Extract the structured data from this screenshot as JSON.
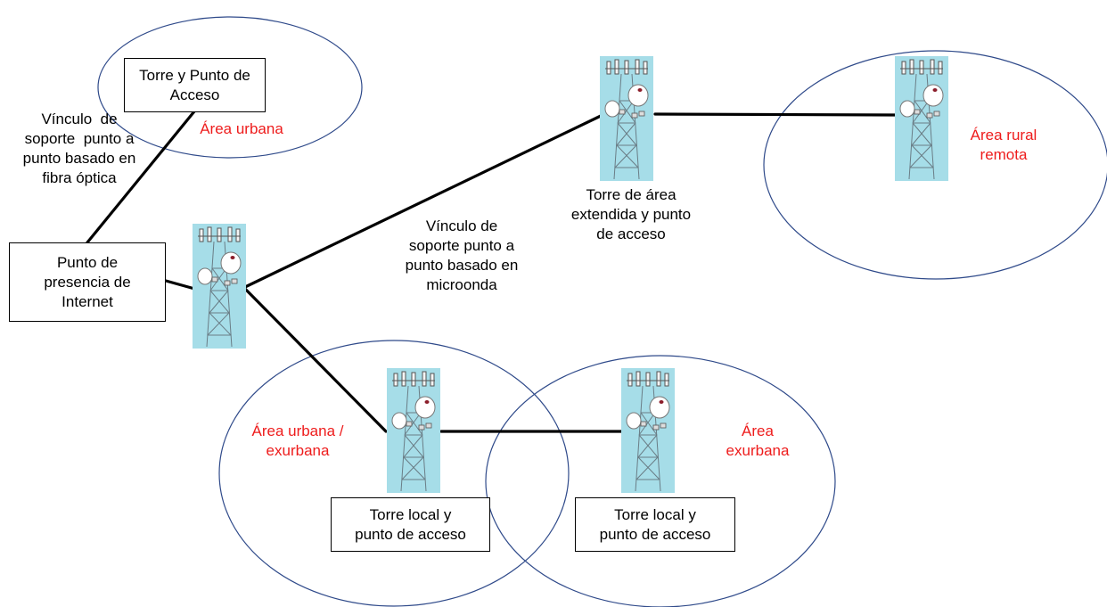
{
  "diagram": {
    "areas": {
      "urban": "Área urbana",
      "urban_exurban": [
        "Área urbana /",
        "exurbana"
      ],
      "exurban": [
        "Área",
        "exurbana"
      ],
      "rural": [
        "Área rural",
        "remota"
      ]
    },
    "boxes": {
      "tower_access": [
        "Torre y Punto de",
        "Acceso"
      ],
      "pop": [
        "Punto de",
        "presencia de",
        "Internet"
      ],
      "local_left": [
        "Torre local y",
        "punto de acceso"
      ],
      "local_right": [
        "Torre local y",
        "punto de acceso"
      ]
    },
    "labels": {
      "fiber_link": [
        "Vínculo  de",
        "soporte  punto a",
        "punto basado en",
        "fibra óptica"
      ],
      "microwave_link": [
        "Vínculo de",
        "soporte punto a",
        "punto basado en",
        "microonda"
      ],
      "extended_tower": [
        "Torre de área",
        "extendida y punto",
        "de acceso"
      ]
    },
    "colors": {
      "area_outline": "#2f4a8a",
      "area_label": "#ee1c1c",
      "tower_bg": "#a6dde8",
      "link": "#000000"
    }
  }
}
